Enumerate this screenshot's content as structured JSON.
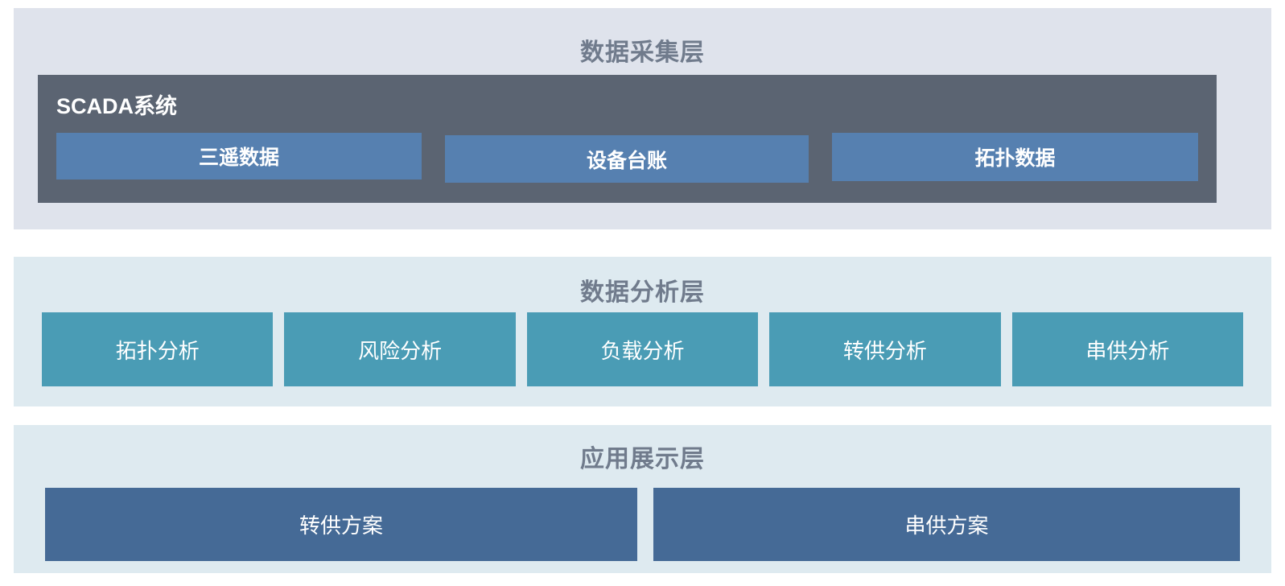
{
  "diagram": {
    "type": "layered-architecture",
    "layer_count": 3,
    "palette": {
      "canvas": "#ffffff",
      "layer1_bg": "#dfe3ec",
      "layer2_bg": "#deeaf0",
      "layer3_bg": "#deeaf0",
      "scada_bg": "#5b6472",
      "source_box": "#5680b0",
      "analysis_box": "#4a9cb5",
      "application_box": "#456a96",
      "title_text": "#707b8c",
      "box_text": "#ffffff"
    }
  },
  "layers": {
    "collection": {
      "title": "数据采集层",
      "group_label": "SCADA系统",
      "boxes": [
        {
          "label": "三遥数据"
        },
        {
          "label": "设备台账"
        },
        {
          "label": "拓扑数据"
        }
      ]
    },
    "analysis": {
      "title": "数据分析层",
      "boxes": [
        {
          "label": "拓扑分析"
        },
        {
          "label": "风险分析"
        },
        {
          "label": "负载分析"
        },
        {
          "label": "转供分析"
        },
        {
          "label": "串供分析"
        }
      ]
    },
    "application": {
      "title": "应用展示层",
      "boxes": [
        {
          "label": "转供方案"
        },
        {
          "label": "串供方案"
        }
      ]
    }
  }
}
